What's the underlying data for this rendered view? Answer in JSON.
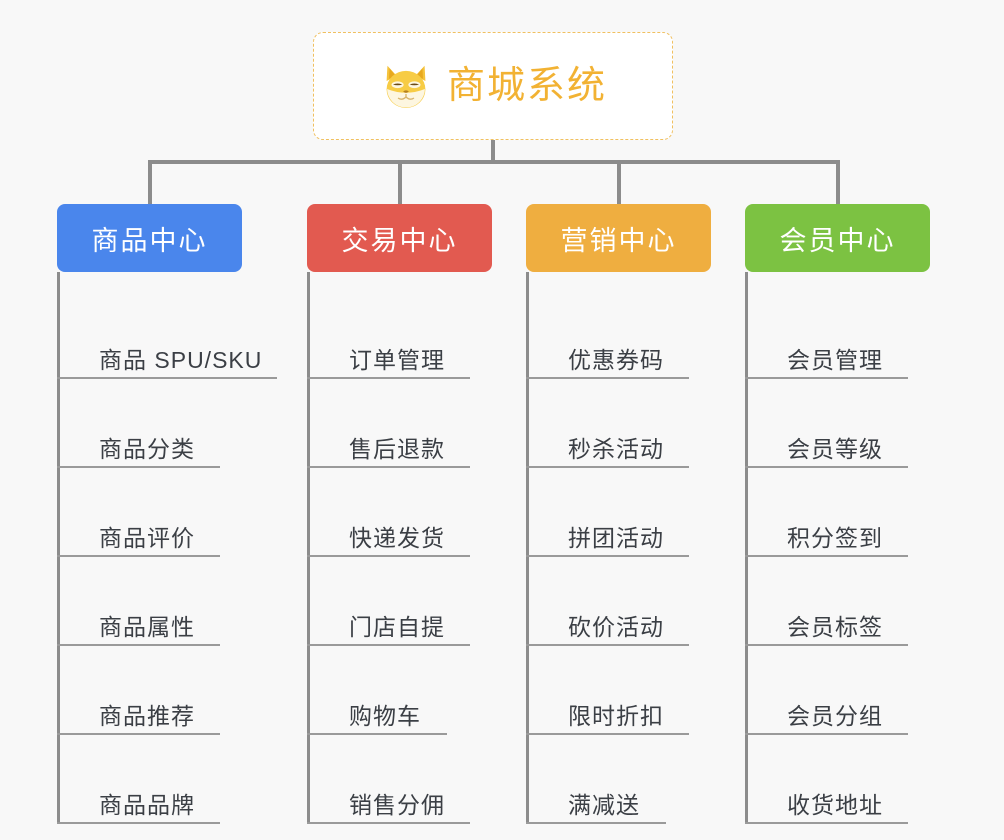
{
  "canvas": {
    "background_color": "#f8f8f8",
    "connector_color": "#8c8c8c"
  },
  "root": {
    "title": "商城系统",
    "logo_icon": "shiba-dog-face-icon",
    "border_color": "#f0c060",
    "text_color": "#f2b233",
    "background_color": "#ffffff"
  },
  "branches": [
    {
      "label": "商品中心",
      "color": "#4a86ec",
      "items": [
        "商品 SPU/SKU",
        "商品分类",
        "商品评价",
        "商品属性",
        "商品推荐",
        "商品品牌"
      ]
    },
    {
      "label": "交易中心",
      "color": "#e25a50",
      "items": [
        "订单管理",
        "售后退款",
        "快递发货",
        "门店自提",
        "购物车",
        "销售分佣"
      ]
    },
    {
      "label": "营销中心",
      "color": "#efae40",
      "items": [
        "优惠券码",
        "秒杀活动",
        "拼团活动",
        "砍价活动",
        "限时折扣",
        "满减送"
      ]
    },
    {
      "label": "会员中心",
      "color": "#7cc242",
      "items": [
        "会员管理",
        "会员等级",
        "积分签到",
        "会员标签",
        "会员分组",
        "收货地址"
      ]
    }
  ]
}
